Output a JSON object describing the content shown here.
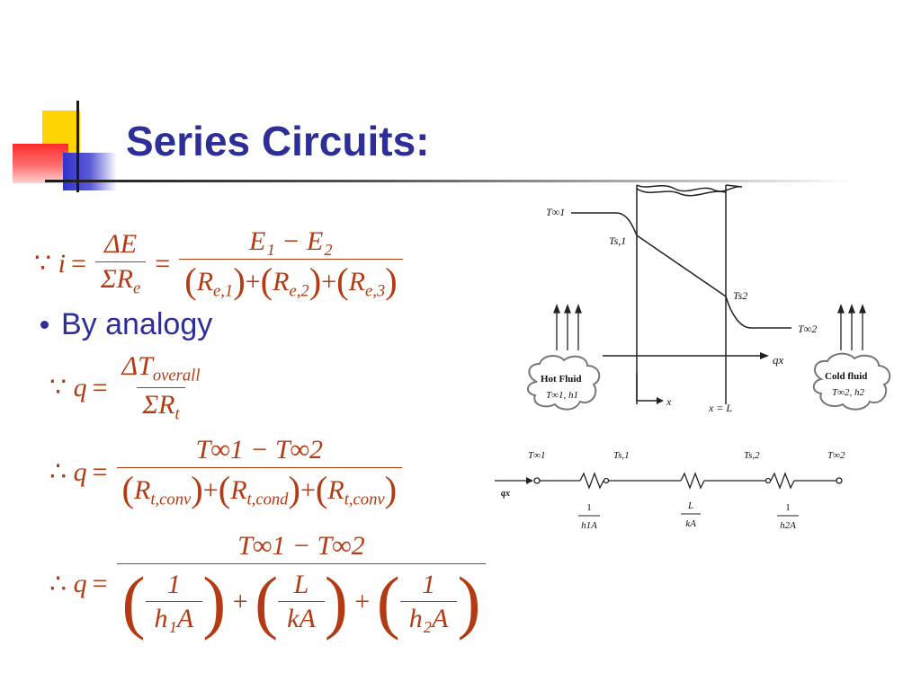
{
  "slide": {
    "title": "Series Circuits:",
    "bullet": "By analogy"
  },
  "equations": {
    "eq1": {
      "because": "∵",
      "lhs": "i",
      "eq": "=",
      "num1": "ΔE",
      "den1_sym": "ΣR",
      "den1_sub": "e",
      "num2": "E₁ − E₂",
      "terms": [
        {
          "sym": "R",
          "sub": "e,1"
        },
        {
          "sym": "R",
          "sub": "e,2"
        },
        {
          "sym": "R",
          "sub": "e,3"
        }
      ]
    },
    "eq2": {
      "because": "∵",
      "lhs": "q",
      "eq": "=",
      "num_sym": "ΔT",
      "num_sub": "overall",
      "den_sym": "ΣR",
      "den_sub": "t"
    },
    "eq3": {
      "therefore": "∴",
      "lhs": "q",
      "eq": "=",
      "num": "T∞1 − T∞2",
      "terms": [
        {
          "sym": "R",
          "sub": "t,conv"
        },
        {
          "sym": "R",
          "sub": "t,cond"
        },
        {
          "sym": "R",
          "sub": "t,conv"
        }
      ]
    },
    "eq4": {
      "therefore": "∴",
      "lhs": "q",
      "eq": "=",
      "num": "T∞1 − T∞2",
      "terms": [
        {
          "num": "1",
          "den": "h₁A"
        },
        {
          "num": "L",
          "den": "kA"
        },
        {
          "num": "1",
          "den": "h₂A"
        }
      ]
    }
  },
  "diagram": {
    "labels": {
      "t_inf1": "T∞1",
      "ts1": "Ts,1",
      "ts2": "Ts2",
      "t_inf2": "T∞2",
      "qx": "qx",
      "x": "x",
      "x_eq_l": "x = L",
      "hot_fluid": "Hot Fluid",
      "hot_fluid_sub": "T∞1, h1",
      "cold_fluid": "Cold fluid",
      "cold_fluid_sub": "T∞2, h2"
    },
    "circuit": {
      "nodes": [
        "T∞1",
        "Ts,1",
        "Ts,2",
        "T∞2"
      ],
      "qx": "qx",
      "resistors": [
        {
          "num": "1",
          "den": "h1A"
        },
        {
          "num": "L",
          "den": "kA"
        },
        {
          "num": "1",
          "den": "h2A"
        }
      ]
    }
  }
}
